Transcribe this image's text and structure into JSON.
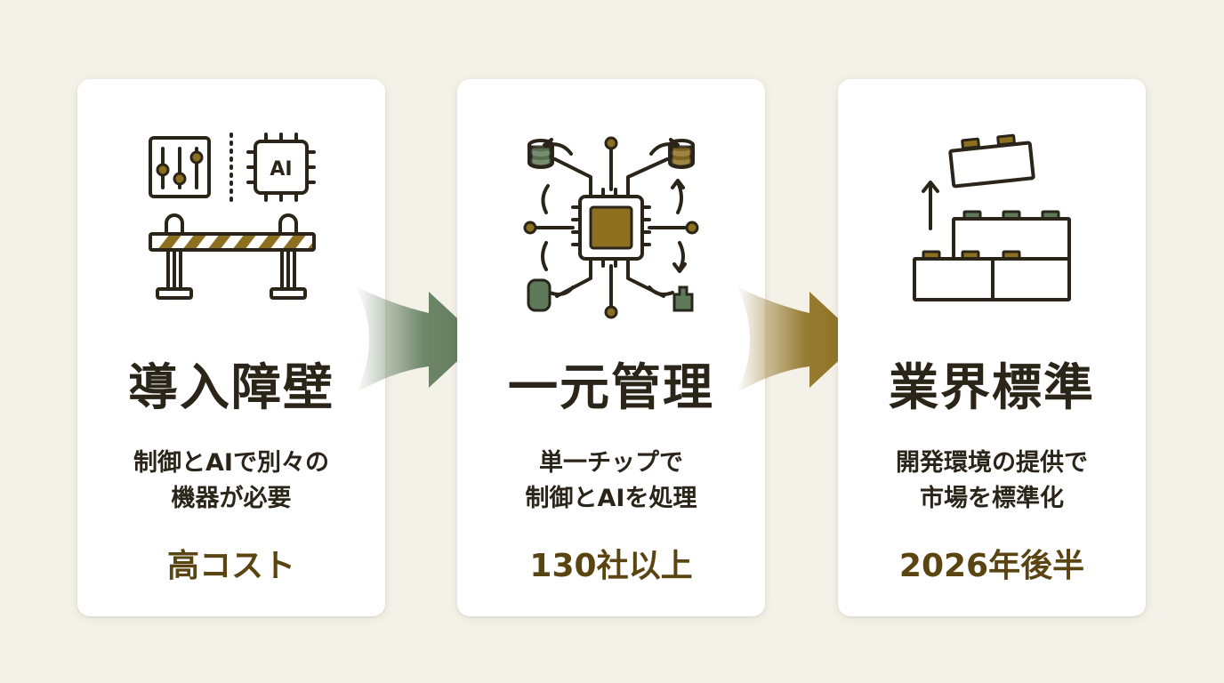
{
  "colors": {
    "background": "#f4f1e8",
    "card": "#ffffff",
    "ink": "#2a2419",
    "gold": "#8c6f1f",
    "green": "#5f7a5a",
    "metric": "#5a4412"
  },
  "steps": [
    {
      "icon": "barrier-icon",
      "icon_text": "AI",
      "title": "導入障壁",
      "desc_line1": "制御とAIで別々の",
      "desc_line2": "機器が必要",
      "metric": "高コスト"
    },
    {
      "icon": "processor-network-icon",
      "title": "一元管理",
      "desc_line1": "単一チップで",
      "desc_line2": "制御とAIを処理",
      "metric": "130社以上"
    },
    {
      "icon": "building-blocks-icon",
      "title": "業界標準",
      "desc_line1": "開発環境の提供で",
      "desc_line2": "市場を標準化",
      "metric": "2026年後半"
    }
  ],
  "arrows": [
    {
      "icon": "arrow-right-icon",
      "color": "#5f7a5a"
    },
    {
      "icon": "arrow-right-icon",
      "color": "#8c6f1f"
    }
  ]
}
